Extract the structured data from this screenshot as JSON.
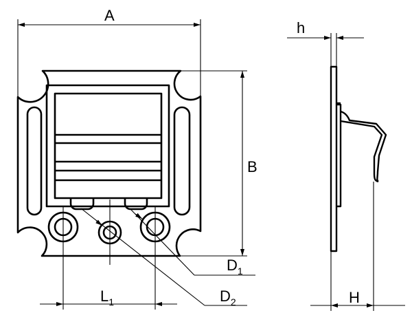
{
  "labels": {
    "A": "A",
    "B": "B",
    "h": "h",
    "H": "H",
    "D1_main": "D",
    "D1_sub": "1",
    "D2_main": "D",
    "D2_sub": "2",
    "L1_main": "L",
    "L1_sub": "1"
  }
}
